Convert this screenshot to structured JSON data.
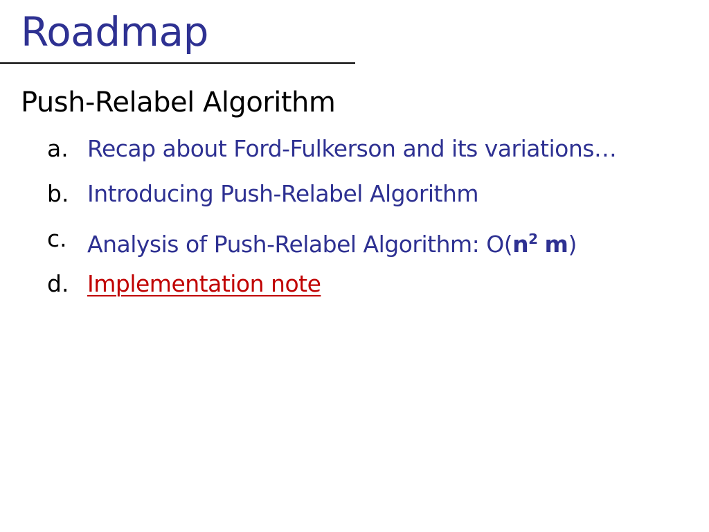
{
  "slide": {
    "title": "Roadmap",
    "heading": "Push-Relabel Algorithm",
    "items": [
      {
        "marker": "a.",
        "text": "Recap about Ford-Fulkerson and its variations…"
      },
      {
        "marker": "b.",
        "text": "Introducing Push-Relabel Algorithm"
      },
      {
        "marker": "c.",
        "text_prefix": "Analysis of Push-Relabel Algorithm: O(",
        "n": "n",
        "exponent": "2",
        "m": "m",
        "text_suffix": ")"
      },
      {
        "marker": "d.",
        "text": "Implementation note"
      }
    ]
  },
  "colors": {
    "title": "#2e3192",
    "item_text": "#2e3192",
    "current_item": "#c00000",
    "heading": "#000000",
    "rule": "#000000"
  }
}
